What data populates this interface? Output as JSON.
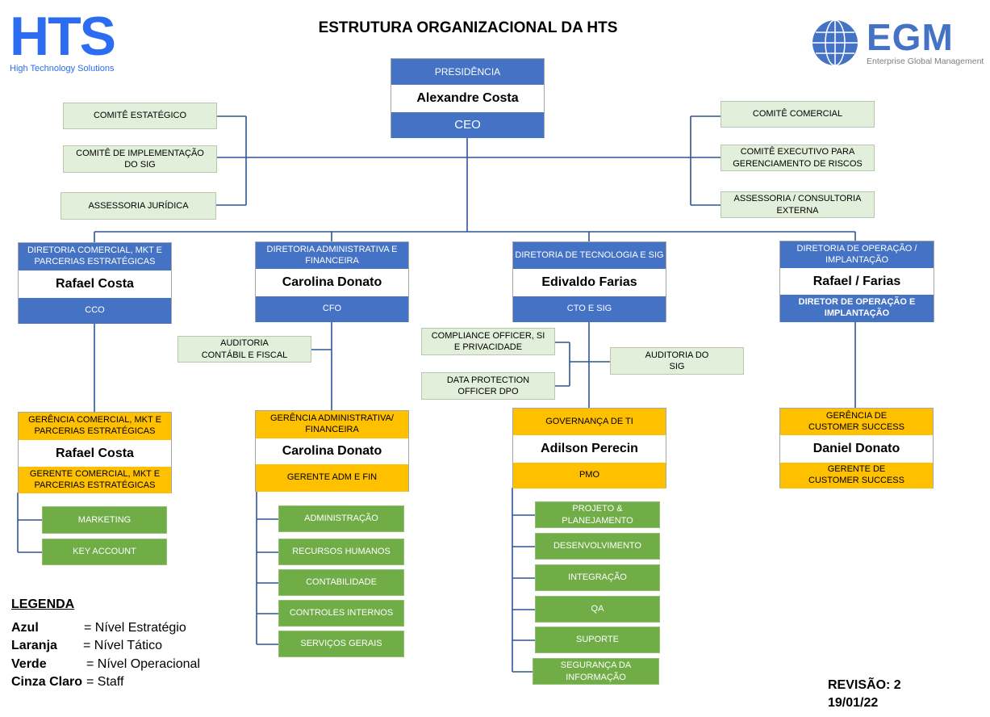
{
  "title": "ESTRUTURA ORGANIZACIONAL DA HTS",
  "logos": {
    "hts": {
      "mark": "HTS",
      "tagline": "High Technology Solutions"
    },
    "egm": {
      "mark": "EGM",
      "tagline": "Enterprise Global Management"
    }
  },
  "presidency": {
    "header": "PRESIDÊNCIA",
    "name": "Alexandre Costa",
    "role": "CEO"
  },
  "staff_left": [
    "COMITÊ ESTATÉGICO",
    "COMITÊ DE IMPLEMENTAÇÃO DO SIG",
    "ASSESSORIA JURÍDICA"
  ],
  "staff_right": [
    "COMITÊ COMERCIAL",
    "COMITÊ EXECUTIVO PARA GERENCIAMENTO DE RISCOS",
    "ASSESSORIA / CONSULTORIA EXTERNA"
  ],
  "directors": [
    {
      "header": "DIRETORIA COMERCIAL, MKT E PARCERIAS ESTRATÉGICAS",
      "name": "Rafael Costa",
      "role": "CCO"
    },
    {
      "header": "DIRETORIA ADMINISTRATIVA E FINANCEIRA",
      "name": "Carolina Donato",
      "role": "CFO"
    },
    {
      "header": "DIRETORIA DE TECNOLOGIA E SIG",
      "name": "Edivaldo Farias",
      "role": "CTO E SIG"
    },
    {
      "header": "DIRETORIA DE OPERAÇÃO / IMPLANTAÇÃO",
      "name": "Rafael / Farias",
      "role": "DIRETOR DE OPERAÇÃO E IMPLANTAÇÃO"
    }
  ],
  "director_staff": {
    "audit_fiscal": "AUDITORIA CONTÁBIL E FISCAL",
    "compliance": "COMPLIANCE OFFICER, SI E PRIVACIDADE",
    "dpo": "DATA PROTECTION OFFICER DPO",
    "audit_sig": "AUDITORIA DO SIG"
  },
  "managers": [
    {
      "header": "GERÊNCIA COMERCIAL, MKT E PARCERIAS ESTRATÉGICAS",
      "name": "Rafael Costa",
      "role": "GERENTE COMERCIAL, MKT E PARCERIAS ESTRATÉGICAS"
    },
    {
      "header": "GERÊNCIA ADMINISTRATIVA/ FINANCEIRA",
      "name": "Carolina Donato",
      "role": "GERENTE ADM E FIN"
    },
    {
      "header": "GOVERNANÇA DE TI",
      "name": "Adilson Perecin",
      "role": "PMO"
    },
    {
      "header": "GERÊNCIA DE CUSTOMER SUCCESS",
      "name": "Daniel Donato",
      "role": "GERENTE DE CUSTOMER SUCCESS"
    }
  ],
  "units_comercial": [
    "MARKETING",
    "KEY ACCOUNT"
  ],
  "units_adm": [
    "ADMINISTRAÇÃO",
    "RECURSOS HUMANOS",
    "CONTABILIDADE",
    "CONTROLES INTERNOS",
    "SERVIÇOS GERAIS"
  ],
  "units_ti": [
    "PROJETO & PLANEJAMENTO",
    "DESENVOLVIMENTO",
    "INTEGRAÇÃO",
    "QA",
    "SUPORTE",
    "SEGURANÇA DA INFORMAÇÃO"
  ],
  "legend": {
    "title": "LEGENDA",
    "items": [
      {
        "key": "Azul",
        "value": "= Nível Estratégio"
      },
      {
        "key": "Laranja",
        "value": "= Nível Tático"
      },
      {
        "key": "Verde",
        "value": "= Nível Operacional"
      },
      {
        "key": "Cinza Claro",
        "value": "= Staff"
      }
    ]
  },
  "revision": {
    "label": "REVISÃO: 2",
    "date": "19/01/22"
  },
  "colors": {
    "strategic": "#4472c4",
    "tactical": "#ffc000",
    "operational": "#70ad47",
    "staff": "#e2efda",
    "line": "#2f5597"
  }
}
